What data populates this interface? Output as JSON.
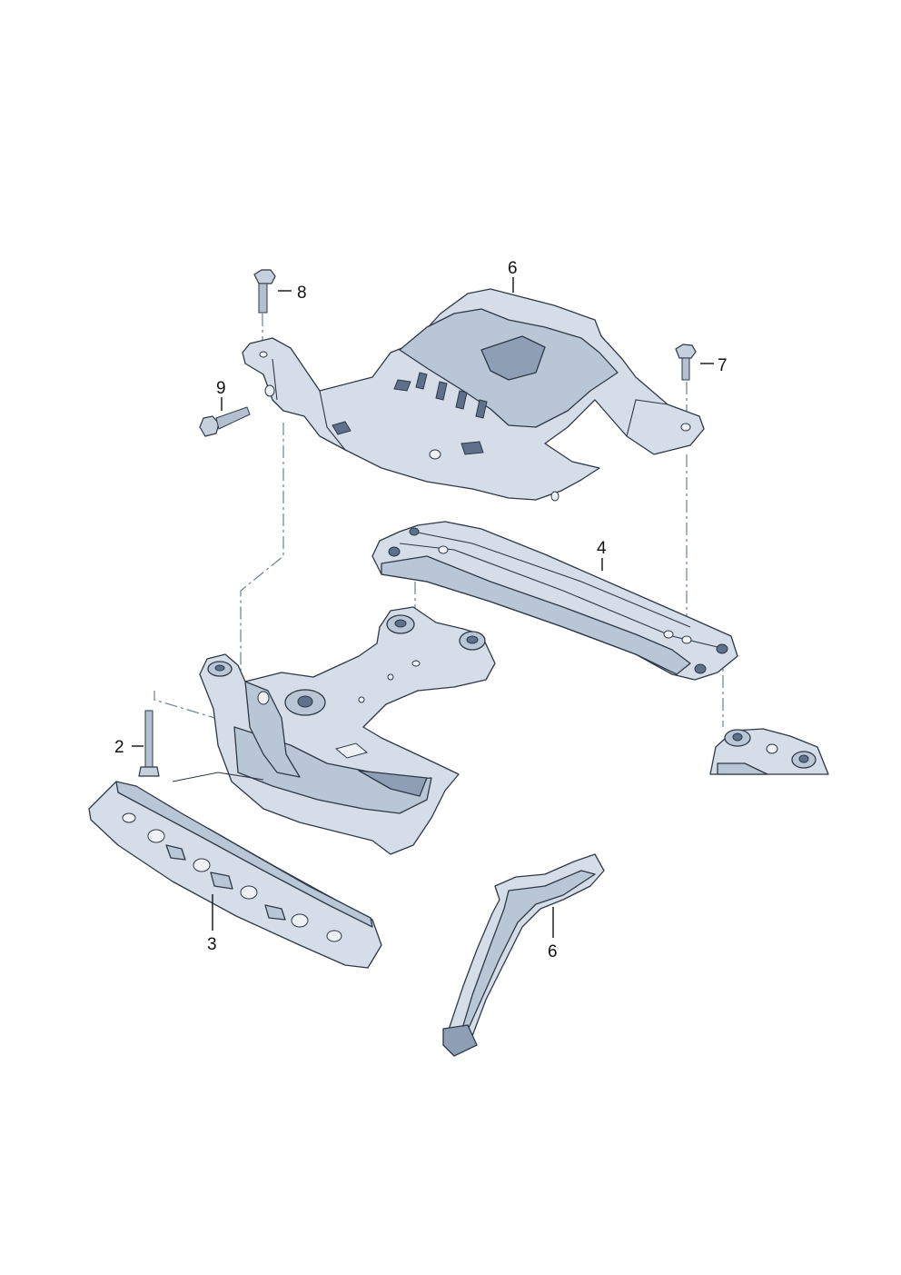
{
  "diagram": {
    "callouts": [
      {
        "id": "label-8",
        "text": "8"
      },
      {
        "id": "label-6-top",
        "text": "6"
      },
      {
        "id": "label-7",
        "text": "7"
      },
      {
        "id": "label-9",
        "text": "9"
      },
      {
        "id": "label-4",
        "text": "4"
      },
      {
        "id": "label-2",
        "text": "2"
      },
      {
        "id": "label-3",
        "text": "3"
      },
      {
        "id": "label-6-bottom",
        "text": "6"
      }
    ],
    "colors": {
      "part_light": "#d5dde8",
      "part_mid": "#b9c6d6",
      "part_dark": "#8e9fb5",
      "outline": "#2e3846",
      "dash_line": "#6a7f96"
    }
  }
}
